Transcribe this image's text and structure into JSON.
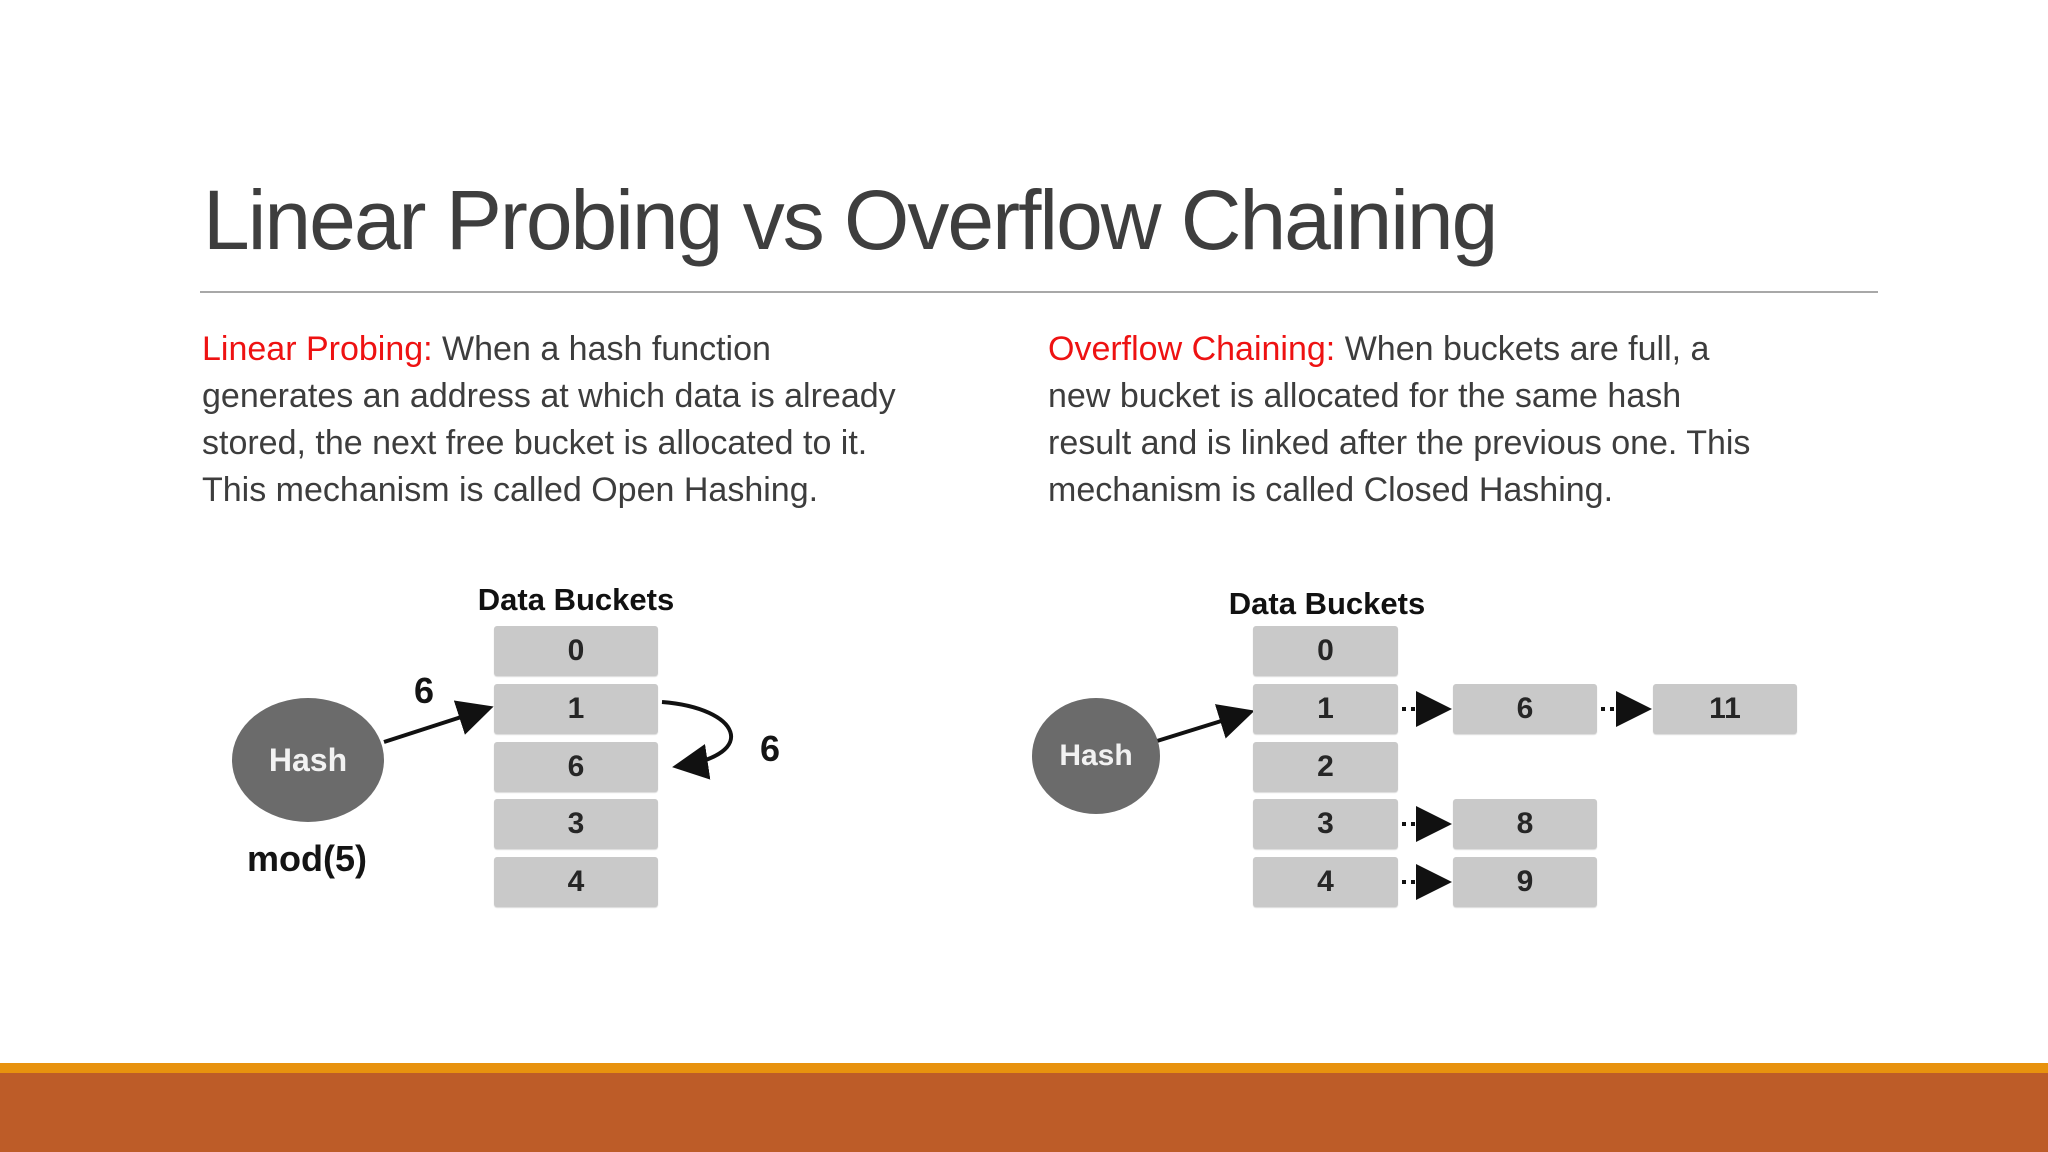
{
  "slide": {
    "title": "Linear Probing vs Overflow Chaining"
  },
  "columns": {
    "left": {
      "lead": "Linear Probing:",
      "line1_rest": " When a hash function",
      "lines": [
        "generates an address at which data is already",
        "stored, the next free bucket is allocated to it.",
        "This mechanism is called Open Hashing."
      ]
    },
    "right": {
      "lead": "Overflow Chaining:",
      "line1_rest": " When buckets are full, a",
      "lines": [
        "new bucket is allocated for the same hash",
        "result and is linked after the previous one. This",
        "mechanism is called Closed Hashing."
      ]
    }
  },
  "diagrams": {
    "left": {
      "label": "Data Buckets",
      "hash_label": "Hash",
      "mod_label": "mod(5)",
      "input_value": "6",
      "probe_value": "6",
      "buckets": [
        "0",
        "1",
        "6",
        "3",
        "4"
      ]
    },
    "right": {
      "label": "Data Buckets",
      "hash_label": "Hash",
      "buckets": [
        "0",
        "1",
        "2",
        "3",
        "4"
      ],
      "chain": {
        "b1": [
          "6",
          "11"
        ],
        "b3": [
          "8"
        ],
        "b4": [
          "9"
        ]
      }
    }
  },
  "colors": {
    "accent_red": "#ee1212",
    "body_text": "#3d3d3d",
    "bucket_fill": "#c9c9c9",
    "hash_circle": "#6b6b6b",
    "band_amber": "#e8920e",
    "band_rust": "#bd5c28"
  }
}
